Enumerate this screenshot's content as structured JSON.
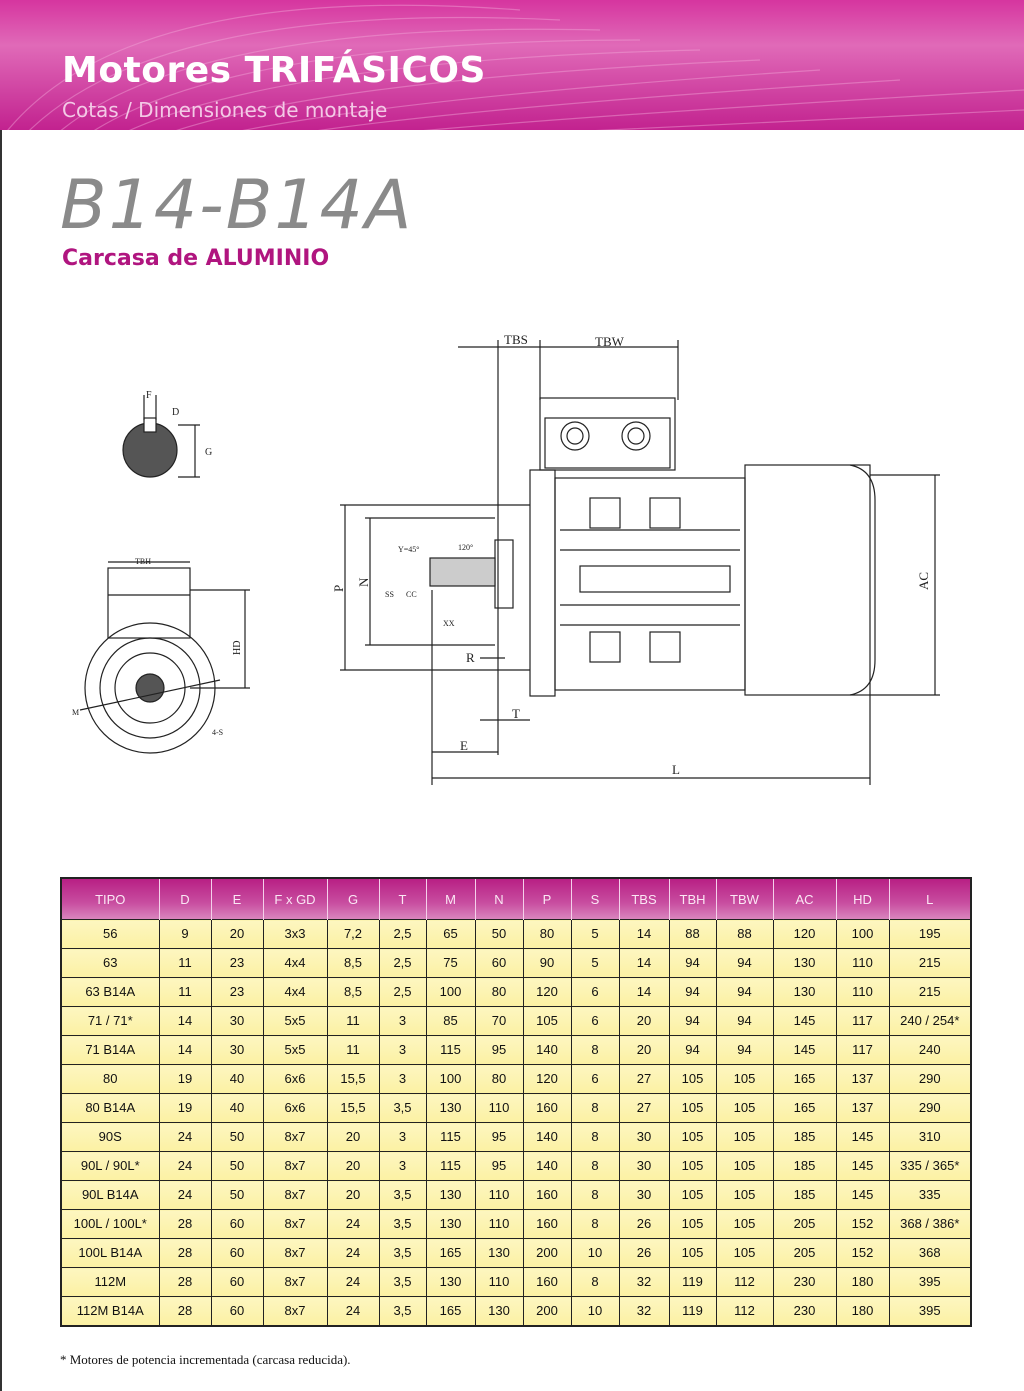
{
  "header": {
    "title": "Motores TRIFÁSICOS",
    "subtitle": "Cotas / Dimensiones de montaje"
  },
  "model": "B14-B14A",
  "housing": "Carcasa de ALUMINIO",
  "drawing_labels": {
    "F": "F",
    "D": "D",
    "G": "G",
    "TBH": "TBH",
    "HD": "HD",
    "M": "M",
    "S4": "4-S",
    "TBS": "TBS",
    "TBW": "TBW",
    "P": "P",
    "N": "N",
    "Y": "Y=45°",
    "angle": "120°",
    "SS": "SS",
    "CC": "CC",
    "XX": "XX",
    "R": "R",
    "T": "T",
    "E": "E",
    "L": "L",
    "AC": "AC"
  },
  "table": {
    "columns": [
      "TIPO",
      "D",
      "E",
      "F x GD",
      "G",
      "T",
      "M",
      "N",
      "P",
      "S",
      "TBS",
      "TBH",
      "TBW",
      "AC",
      "HD",
      "L"
    ],
    "rows": [
      [
        "56",
        "9",
        "20",
        "3x3",
        "7,2",
        "2,5",
        "65",
        "50",
        "80",
        "5",
        "14",
        "88",
        "88",
        "120",
        "100",
        "195"
      ],
      [
        "63",
        "11",
        "23",
        "4x4",
        "8,5",
        "2,5",
        "75",
        "60",
        "90",
        "5",
        "14",
        "94",
        "94",
        "130",
        "110",
        "215"
      ],
      [
        "63 B14A",
        "11",
        "23",
        "4x4",
        "8,5",
        "2,5",
        "100",
        "80",
        "120",
        "6",
        "14",
        "94",
        "94",
        "130",
        "110",
        "215"
      ],
      [
        "71 / 71*",
        "14",
        "30",
        "5x5",
        "11",
        "3",
        "85",
        "70",
        "105",
        "6",
        "20",
        "94",
        "94",
        "145",
        "117",
        "240 / 254*"
      ],
      [
        "71 B14A",
        "14",
        "30",
        "5x5",
        "11",
        "3",
        "115",
        "95",
        "140",
        "8",
        "20",
        "94",
        "94",
        "145",
        "117",
        "240"
      ],
      [
        "80",
        "19",
        "40",
        "6x6",
        "15,5",
        "3",
        "100",
        "80",
        "120",
        "6",
        "27",
        "105",
        "105",
        "165",
        "137",
        "290"
      ],
      [
        "80 B14A",
        "19",
        "40",
        "6x6",
        "15,5",
        "3,5",
        "130",
        "110",
        "160",
        "8",
        "27",
        "105",
        "105",
        "165",
        "137",
        "290"
      ],
      [
        "90S",
        "24",
        "50",
        "8x7",
        "20",
        "3",
        "115",
        "95",
        "140",
        "8",
        "30",
        "105",
        "105",
        "185",
        "145",
        "310"
      ],
      [
        "90L / 90L*",
        "24",
        "50",
        "8x7",
        "20",
        "3",
        "115",
        "95",
        "140",
        "8",
        "30",
        "105",
        "105",
        "185",
        "145",
        "335 / 365*"
      ],
      [
        "90L B14A",
        "24",
        "50",
        "8x7",
        "20",
        "3,5",
        "130",
        "110",
        "160",
        "8",
        "30",
        "105",
        "105",
        "185",
        "145",
        "335"
      ],
      [
        "100L / 100L*",
        "28",
        "60",
        "8x7",
        "24",
        "3,5",
        "130",
        "110",
        "160",
        "8",
        "26",
        "105",
        "105",
        "205",
        "152",
        "368 / 386*"
      ],
      [
        "100L B14A",
        "28",
        "60",
        "8x7",
        "24",
        "3,5",
        "165",
        "130",
        "200",
        "10",
        "26",
        "105",
        "105",
        "205",
        "152",
        "368"
      ],
      [
        "112M",
        "28",
        "60",
        "8x7",
        "24",
        "3,5",
        "130",
        "110",
        "160",
        "8",
        "32",
        "119",
        "112",
        "230",
        "180",
        "395"
      ],
      [
        "112M B14A",
        "28",
        "60",
        "8x7",
        "24",
        "3,5",
        "165",
        "130",
        "200",
        "10",
        "32",
        "119",
        "112",
        "230",
        "180",
        "395"
      ]
    ]
  },
  "footnote": "* Motores de potencia incrementada (carcasa reducida).",
  "colors": {
    "brand": "#c2228f",
    "table_header": "#b81f84",
    "table_cell": "#fcf1a3"
  }
}
